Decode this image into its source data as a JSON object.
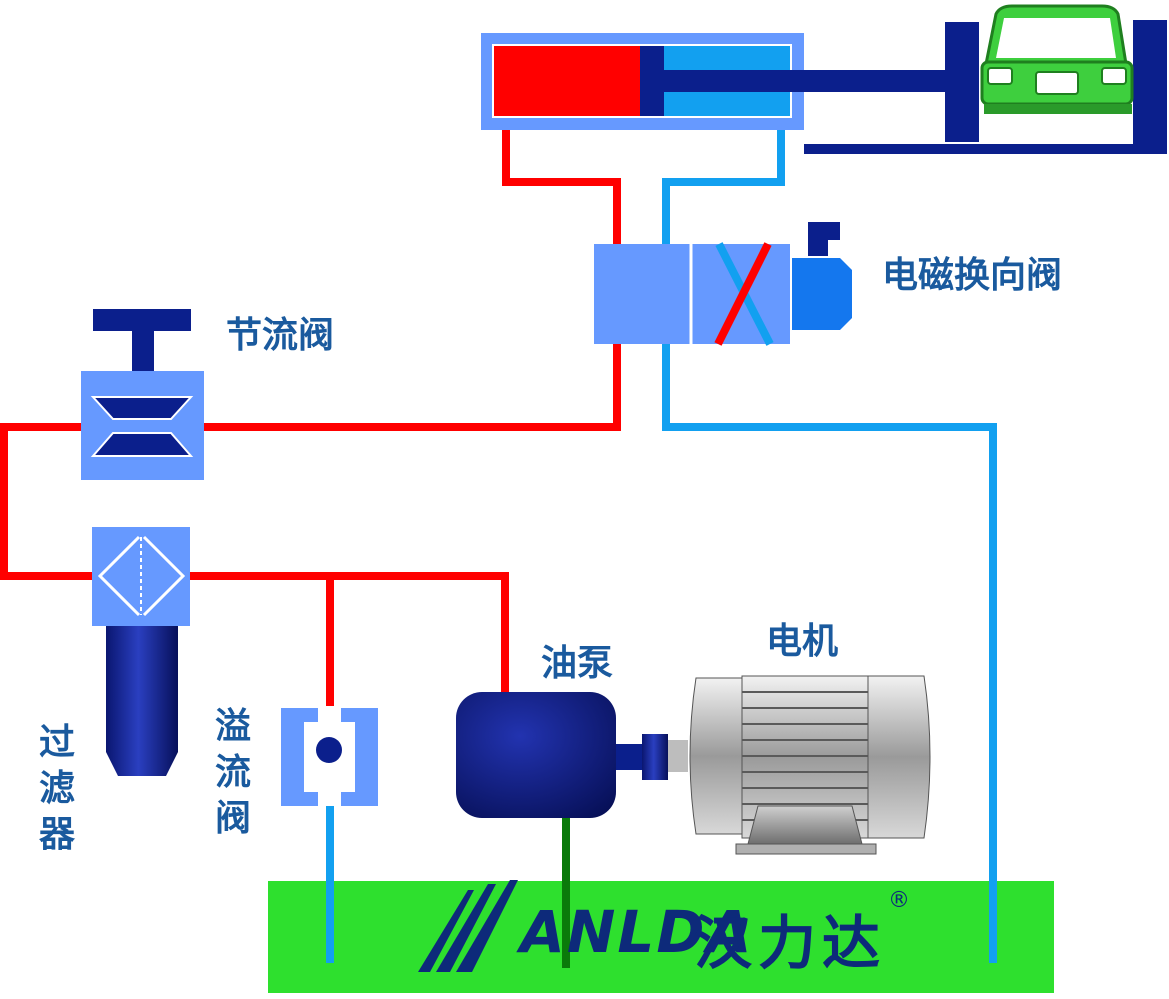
{
  "labels": {
    "throttle_valve": "节流阀",
    "solenoid_valve": "电磁换向阀",
    "motor": "电机",
    "oil_pump": "油泵",
    "filter": "过滤器",
    "relief_valve": "溢流阀"
  },
  "brand": {
    "latin": "ANLDA",
    "chinese": "汉力达",
    "registered": "®"
  },
  "colors": {
    "pressure_line": "#ff0000",
    "return_line": "#12a0f0",
    "drain_line": "#0a7a0a",
    "component_light": "#6699ff",
    "component_dark": "#0b1f8c",
    "tank": "#2ee02e",
    "car": "#3ecf3e",
    "label_text": "#1a5a9e"
  }
}
